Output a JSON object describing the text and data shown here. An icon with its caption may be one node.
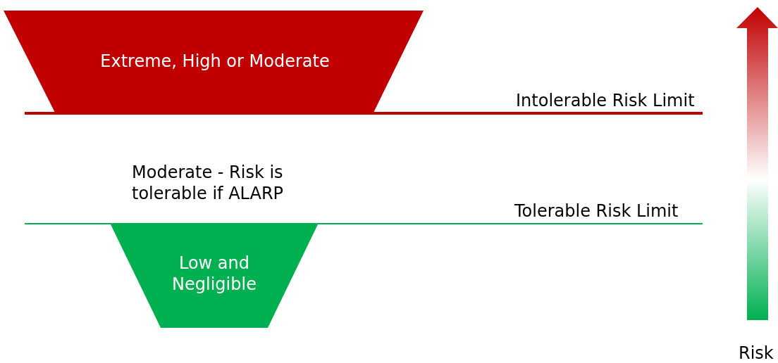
{
  "diagram": {
    "nodes": [
      {
        "text": [
          "Extreme, High or Moderate"
        ]
      },
      {
        "text": [
          "Low and Negligible"
        ]
      }
    ],
    "labels": [
      "Intolerable Risk Limit",
      "Moderate - Risk is tolerable if ALARP",
      "Tolerable Risk Limit",
      "Risk"
    ]
  }
}
